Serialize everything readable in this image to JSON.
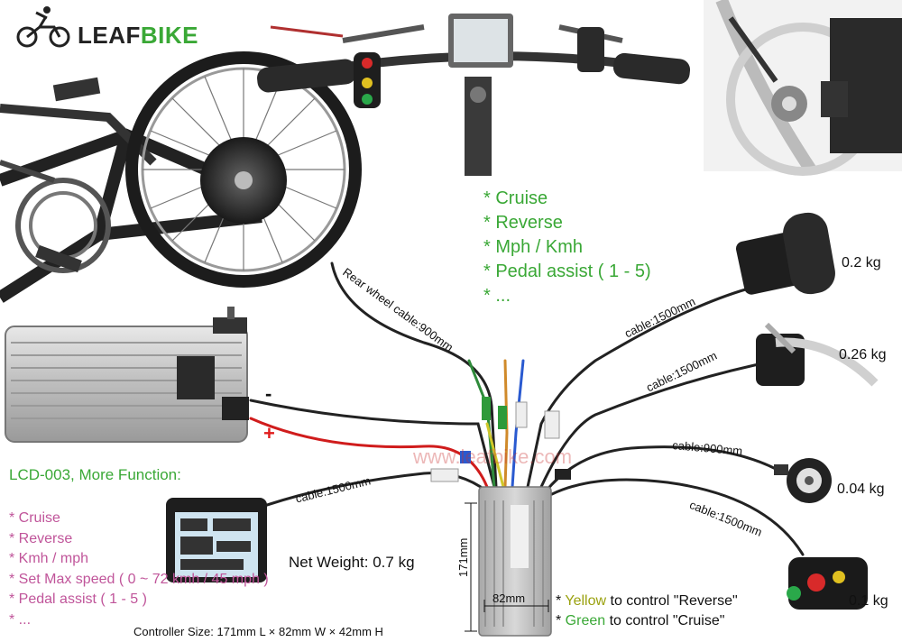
{
  "brand": {
    "leaf": "LEAF",
    "bike": "BIKE"
  },
  "features_main": [
    "* Cruise",
    "* Reverse",
    "* Mph / Kmh",
    "* Pedal assist ( 1 - 5)",
    "* ..."
  ],
  "lcd": {
    "title": "LCD-003, More Function:",
    "features": [
      "* Cruise",
      "* Reverse",
      "* Kmh / mph",
      "* Set Max speed ( 0 ~ 72 kmh / 45 mph )",
      "* Pedal assist ( 1 - 5 )",
      "* ..."
    ],
    "net_weight": "Net Weight: 0.7 kg"
  },
  "cables": {
    "rear_wheel": "Rear wheel cable:900mm",
    "throttle": "cable:1500mm",
    "brake": "cable:1500mm",
    "pas": "cable:900mm",
    "switch": "cable:1500mm",
    "lcd": "cable:1500mm"
  },
  "weights": {
    "throttle": "0.2 kg",
    "brake": "0.26 kg",
    "pas": "0.04 kg",
    "switch": "0.1 kg"
  },
  "battery": {
    "minus": "-",
    "plus": "+"
  },
  "watermark": "www.leafbike.com",
  "controller": {
    "size": "Controller Size: 171mm L × 82mm W × 42mm H",
    "width_label": "82mm",
    "length_label": "171mm"
  },
  "legend": {
    "bullet": "* ",
    "yellow_word": "Yellow",
    "yellow_rest": " to control \"Reverse\"",
    "green_word": "Green",
    "green_rest": " to control \"Cruise\""
  },
  "colors": {
    "accent_green": "#3aa836",
    "pink": "#c0559a",
    "battery_red": "#e01c1c",
    "yellow_text": "#9aa10f"
  }
}
